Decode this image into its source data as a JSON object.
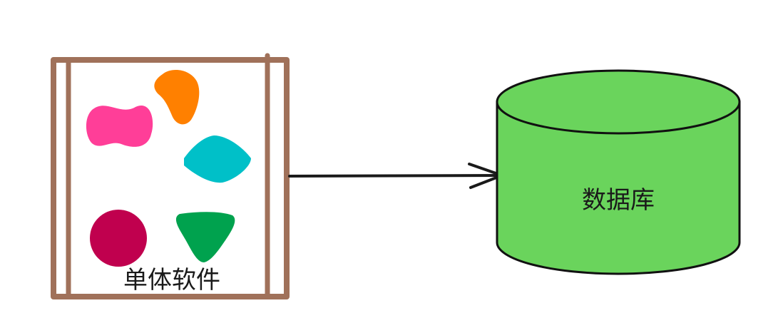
{
  "monolith": {
    "label": "单体软件",
    "frame_color": "#a0715a",
    "shapes": [
      {
        "name": "pink-bowtie-shape",
        "color": "#ff3e98"
      },
      {
        "name": "orange-blob-shape",
        "color": "#ff8000"
      },
      {
        "name": "cyan-diamond-shape",
        "color": "#00c0c8"
      },
      {
        "name": "crimson-circle-shape",
        "color": "#c0004e"
      },
      {
        "name": "green-triangle-shape",
        "color": "#00a24e"
      }
    ]
  },
  "connector": {
    "type": "arrow",
    "color": "#1a1a1a"
  },
  "database": {
    "label": "数据库",
    "fill": "#6ad45c",
    "stroke": "#111111"
  }
}
